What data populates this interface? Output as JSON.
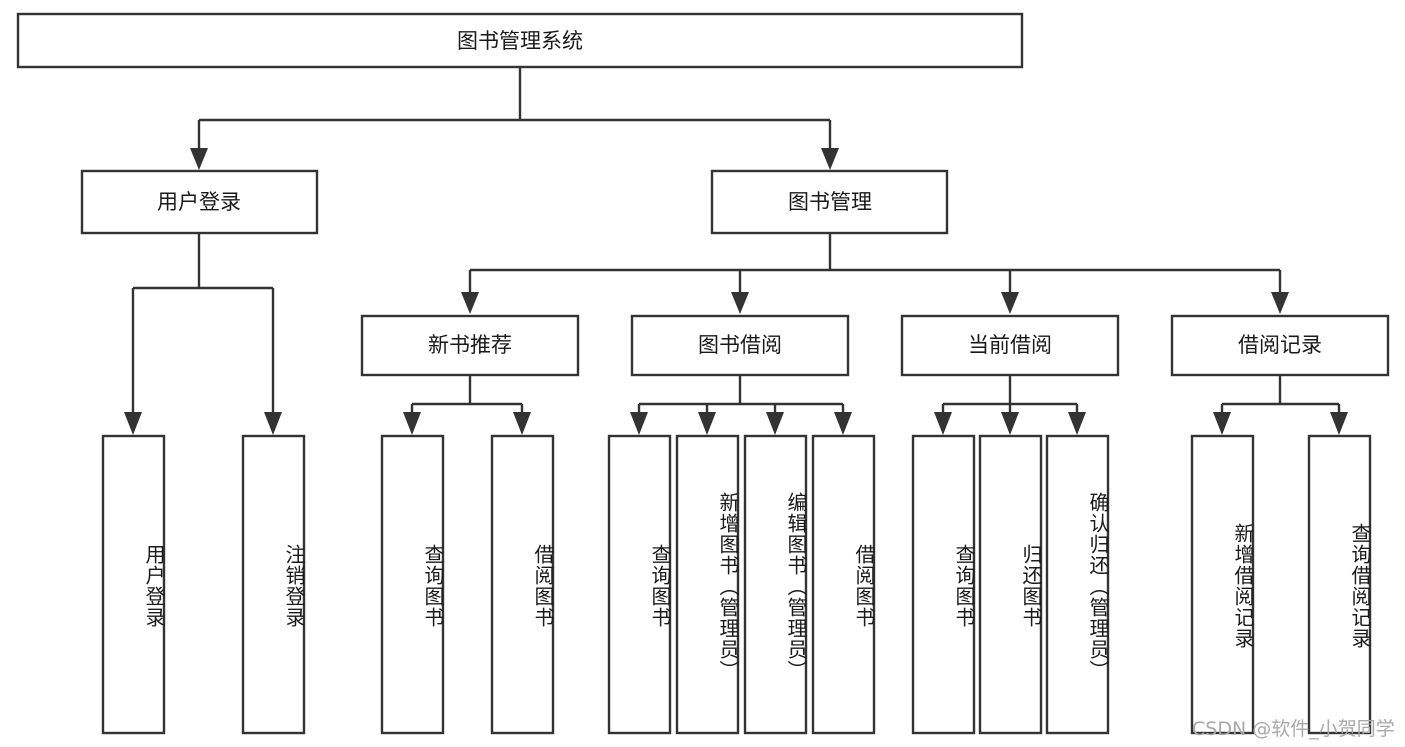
{
  "diagram": {
    "type": "tree-hierarchy",
    "title": "图书管理系统",
    "root": {
      "label": "图书管理系统"
    },
    "level2": [
      {
        "label": "用户登录"
      },
      {
        "label": "图书管理"
      }
    ],
    "level3": [
      {
        "label": "新书推荐"
      },
      {
        "label": "图书借阅"
      },
      {
        "label": "当前借阅"
      },
      {
        "label": "借阅记录"
      }
    ],
    "leaves": {
      "user_login": [
        {
          "label": "用户登录"
        },
        {
          "label": "注销登录"
        }
      ],
      "new_book_recommend": [
        {
          "label": "查询图书"
        },
        {
          "label": "借阅图书"
        }
      ],
      "book_borrow": [
        {
          "label": "查询图书"
        },
        {
          "label": "新增图书（管理员）"
        },
        {
          "label": "编辑图书（管理员）"
        },
        {
          "label": "借阅图书"
        }
      ],
      "current_borrow": [
        {
          "label": "查询图书"
        },
        {
          "label": "归还图书"
        },
        {
          "label": "确认归还（管理员）"
        }
      ],
      "borrow_record": [
        {
          "label": "新增借阅记录"
        },
        {
          "label": "查询借阅记录"
        }
      ]
    }
  },
  "watermark": {
    "text": "CSDN @软件_小贺同学"
  },
  "colors": {
    "stroke": "#333333",
    "fill": "#ffffff",
    "text": "#1a1a1a",
    "watermark": "#a8a8a8"
  }
}
